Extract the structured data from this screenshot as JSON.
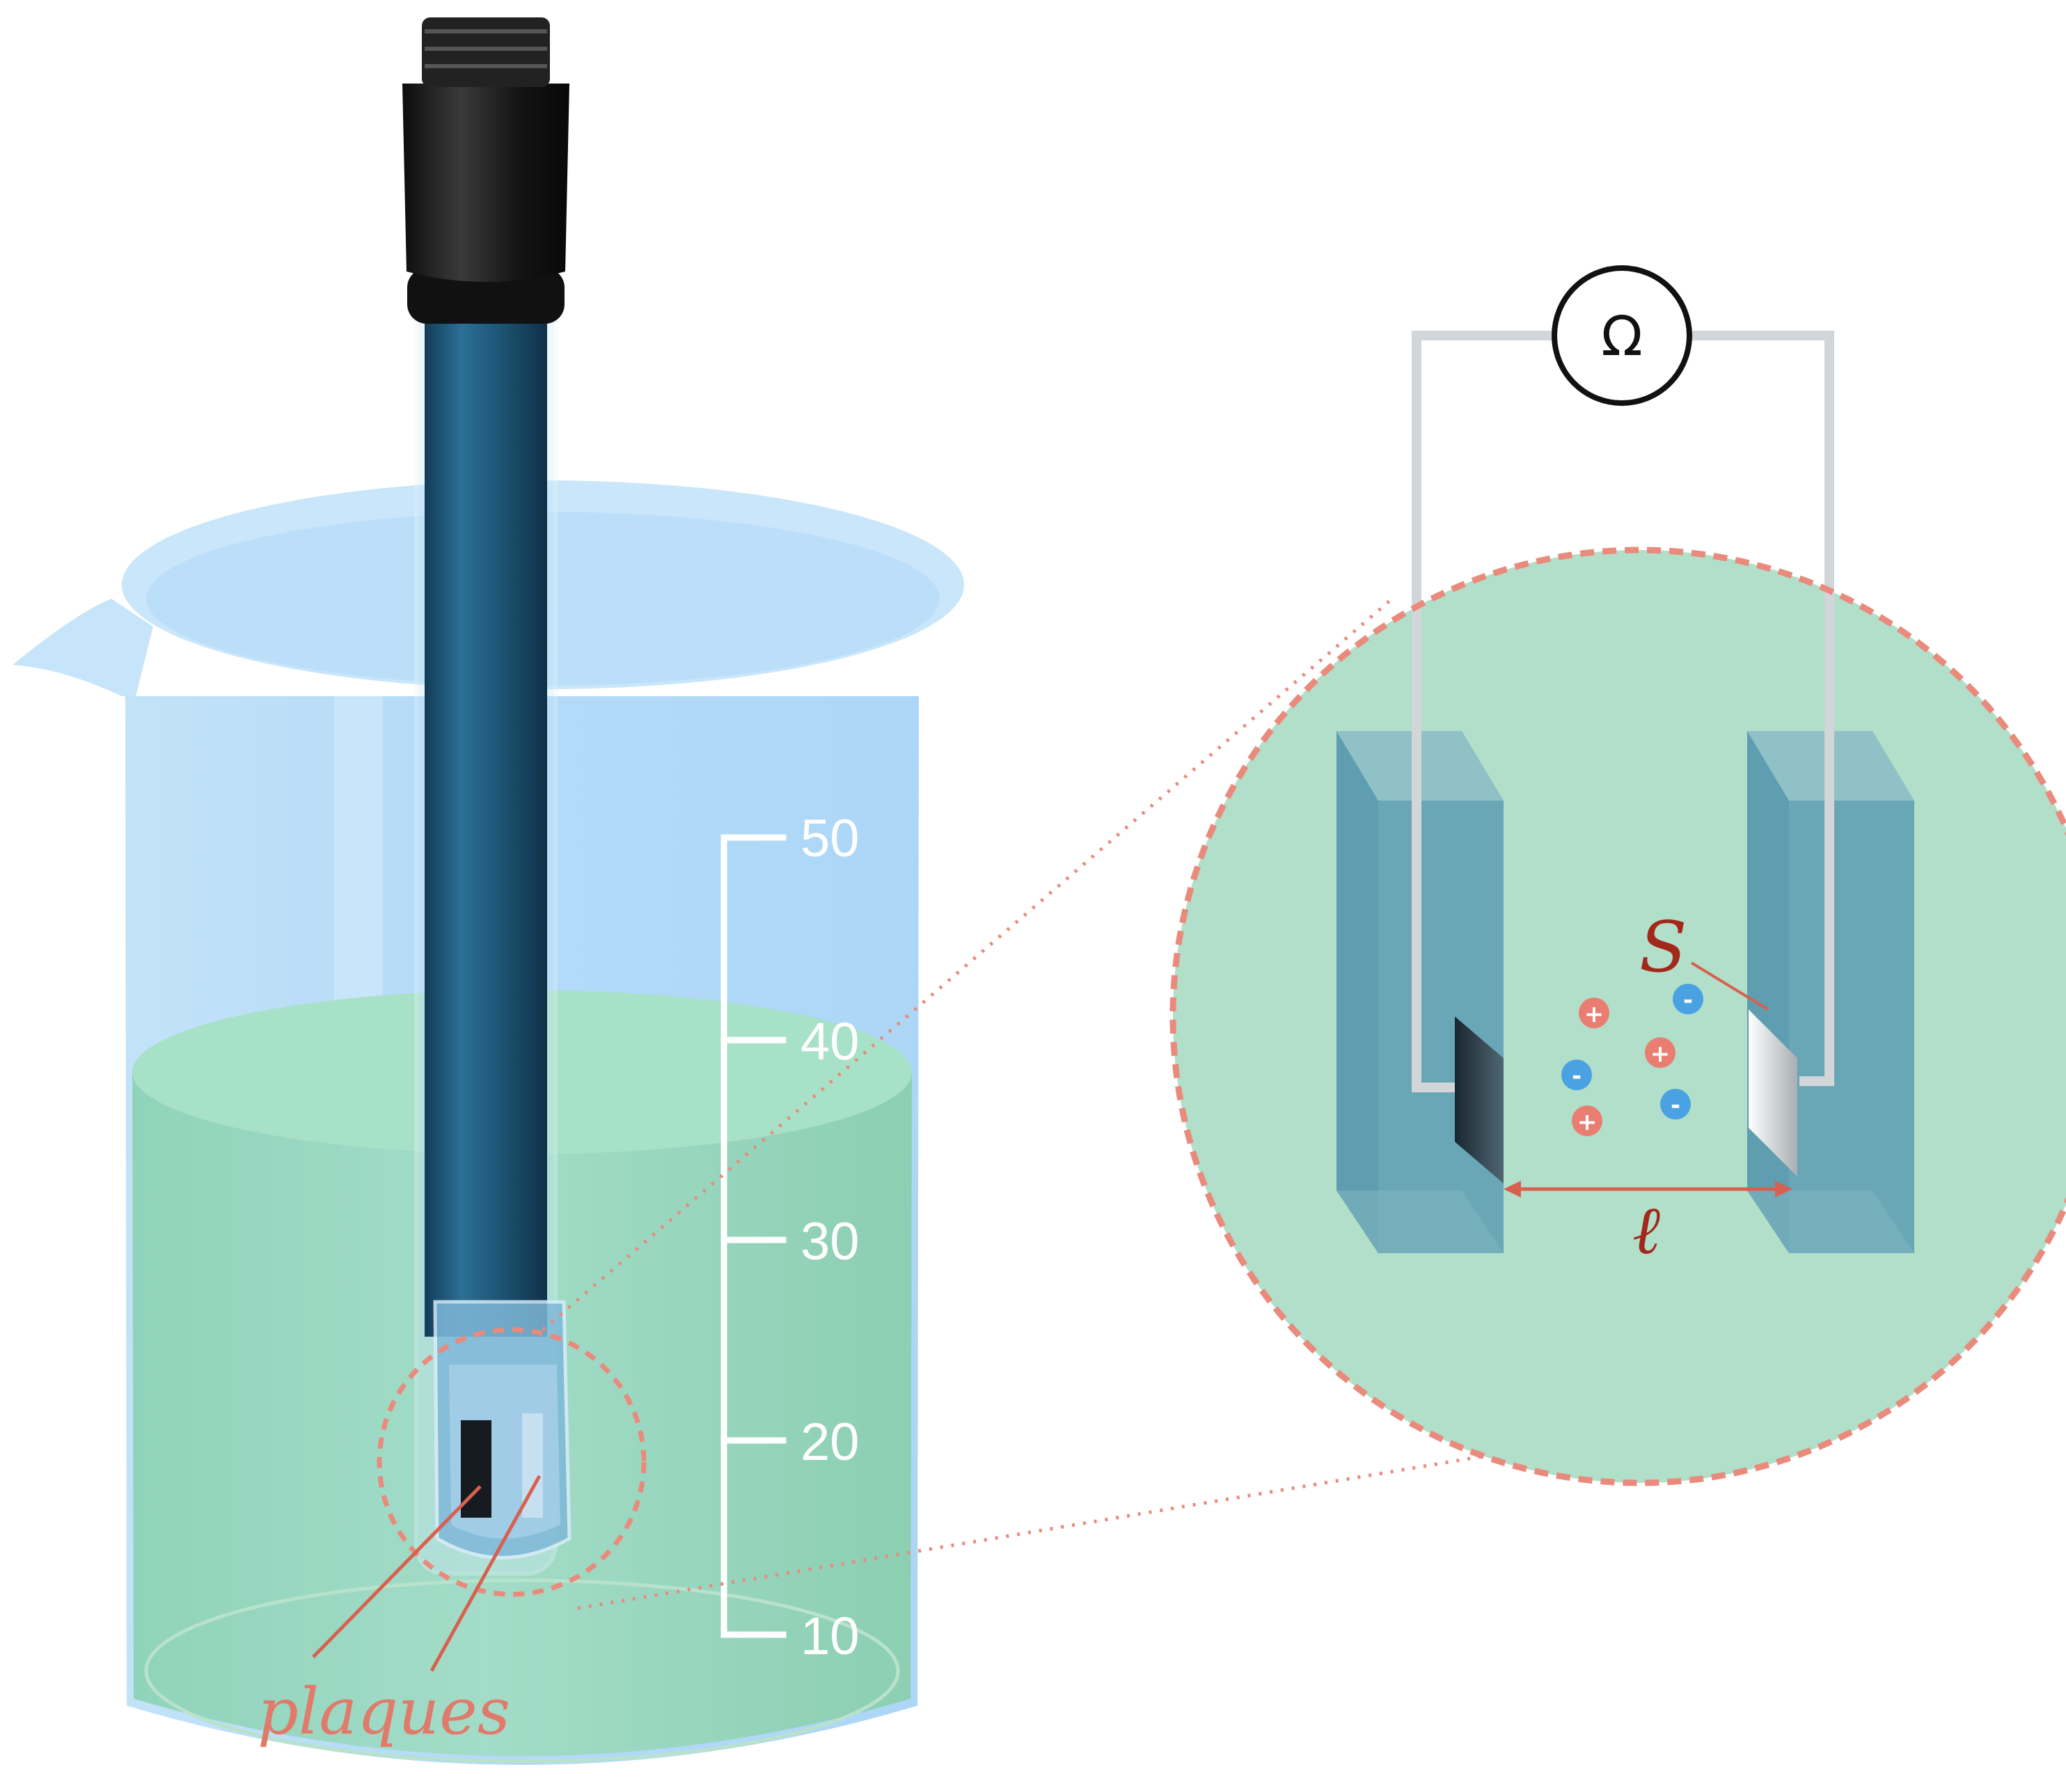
{
  "scale": {
    "ticks": [
      "50",
      "40",
      "30",
      "20",
      "10"
    ]
  },
  "labels": {
    "plates": "plaques",
    "surface": "S",
    "length": "ℓ",
    "ohmmeter": "Ω"
  },
  "ions": {
    "positive_symbol": "+",
    "negative_symbol": "-"
  },
  "colors": {
    "beaker_glass": "#aed6f7",
    "solution": "#93d4b4",
    "probe_body": "#1e5a80",
    "probe_cap": "#1b1b1b",
    "zoom_background": "#b1dfc9",
    "zoom_outline": "#ea8a7c",
    "electrode_block": "#6aa7b6",
    "cation": "#ea7d72",
    "anion": "#4aa2e2",
    "annotation": "#d8604f",
    "wire": "#cfd2d4"
  }
}
